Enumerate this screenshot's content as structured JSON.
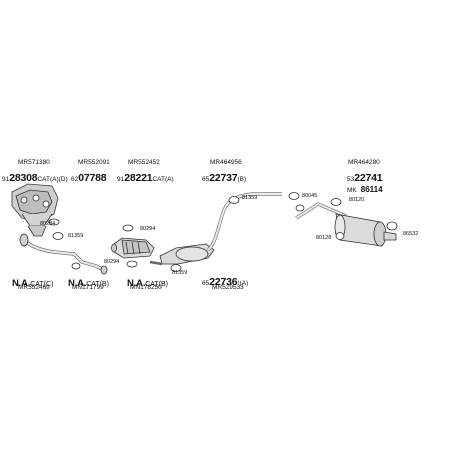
{
  "refs": {
    "r1": "MR571380",
    "r2": "MR552091",
    "r3": "MR552452",
    "r4": "MR464956",
    "r5": "MR464280",
    "r6": "MR552469",
    "r7": "MN171799",
    "r8": "MN178250",
    "r9": "MR529533"
  },
  "parts": {
    "p1_pre": "91",
    "p1_big": "28308",
    "p1_suf": "CAT(A)(D)",
    "p2_pre": "62",
    "p2_big": "07788",
    "p3_pre": "91",
    "p3_big": "28221",
    "p3_suf": "CAT(A)",
    "p4_pre": "65",
    "p4_big": "22737",
    "p4_suf": "(B)",
    "p5_pre": "53",
    "p5_big": "22741",
    "p6_pre": "MK",
    "p6_big": "86114",
    "p7_pre": "65",
    "p7_big": "22736",
    "p7_suf": "¹(A)"
  },
  "na": {
    "n1_big": "N.A.",
    "n1_suf": "CAT(C)",
    "n2_big": "N.A.",
    "n2_suf": "CAT(B)",
    "n3_big": "N.A.",
    "n3_suf": "CAT(B)"
  },
  "codes": {
    "c80284a": "80284",
    "c81359a": "81359",
    "c80294a": "80294",
    "c80294b": "80294",
    "c81359b": "81359",
    "c81359c": "81359",
    "c80045": "80045",
    "c80120": "80120",
    "c80128": "80128",
    "c86532": "86532"
  }
}
